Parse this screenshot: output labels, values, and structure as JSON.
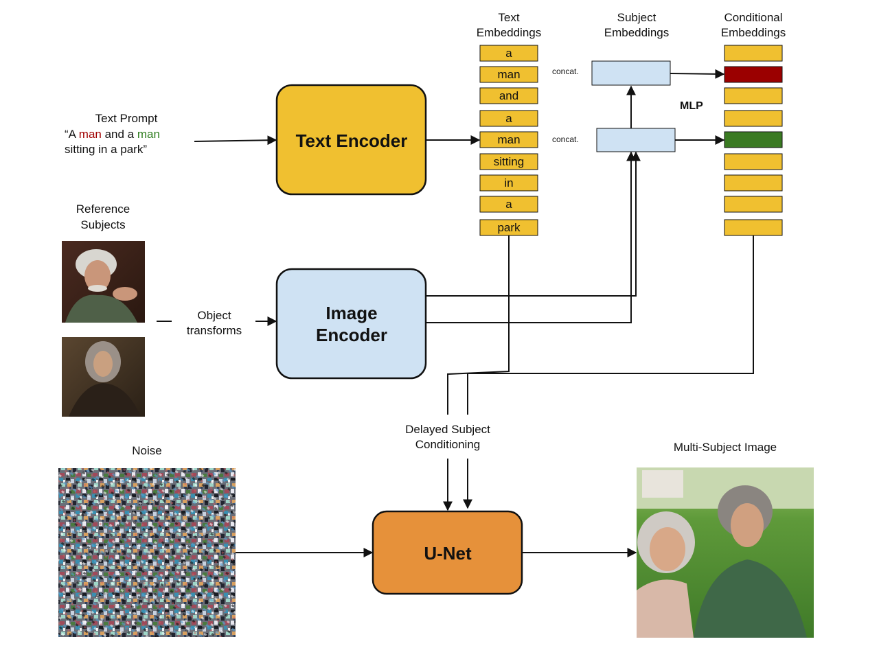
{
  "prompt": {
    "title": "Text Prompt",
    "open_quote": "“A ",
    "word1": "man",
    "mid": " and a ",
    "word2": "man",
    "line2": "sitting in a park”",
    "word1_color": "#a00000",
    "word2_color": "#2e7d1e"
  },
  "reference": {
    "line1": "Reference",
    "line2": "Subjects"
  },
  "object_transforms": {
    "line1": "Object",
    "line2": "transforms"
  },
  "text_encoder": {
    "label": "Text Encoder",
    "color": "#f0c030"
  },
  "image_encoder": {
    "line1": "Image",
    "line2": "Encoder",
    "color": "#cfe2f3"
  },
  "unet": {
    "label": "U-Net",
    "color": "#e6913a"
  },
  "text_embeddings": {
    "line1": "Text",
    "line2": "Embeddings",
    "tokens": [
      "a",
      "man",
      "and",
      "a",
      "man",
      "sitting",
      "in",
      "a",
      "park"
    ]
  },
  "subject_embeddings": {
    "line1": "Subject",
    "line2": "Embeddings",
    "concat1": "concat.",
    "concat2": "concat."
  },
  "mlp": "MLP",
  "conditional_embeddings": {
    "line1": "Conditional",
    "line2": "Embeddings",
    "highlight_color_1": "#9b0000",
    "highlight_color_2": "#3a7a22",
    "default_color": "#f0c030"
  },
  "delayed": {
    "line1": "Delayed Subject",
    "line2": "Conditioning"
  },
  "noise": "Noise",
  "output": "Multi-Subject Image"
}
